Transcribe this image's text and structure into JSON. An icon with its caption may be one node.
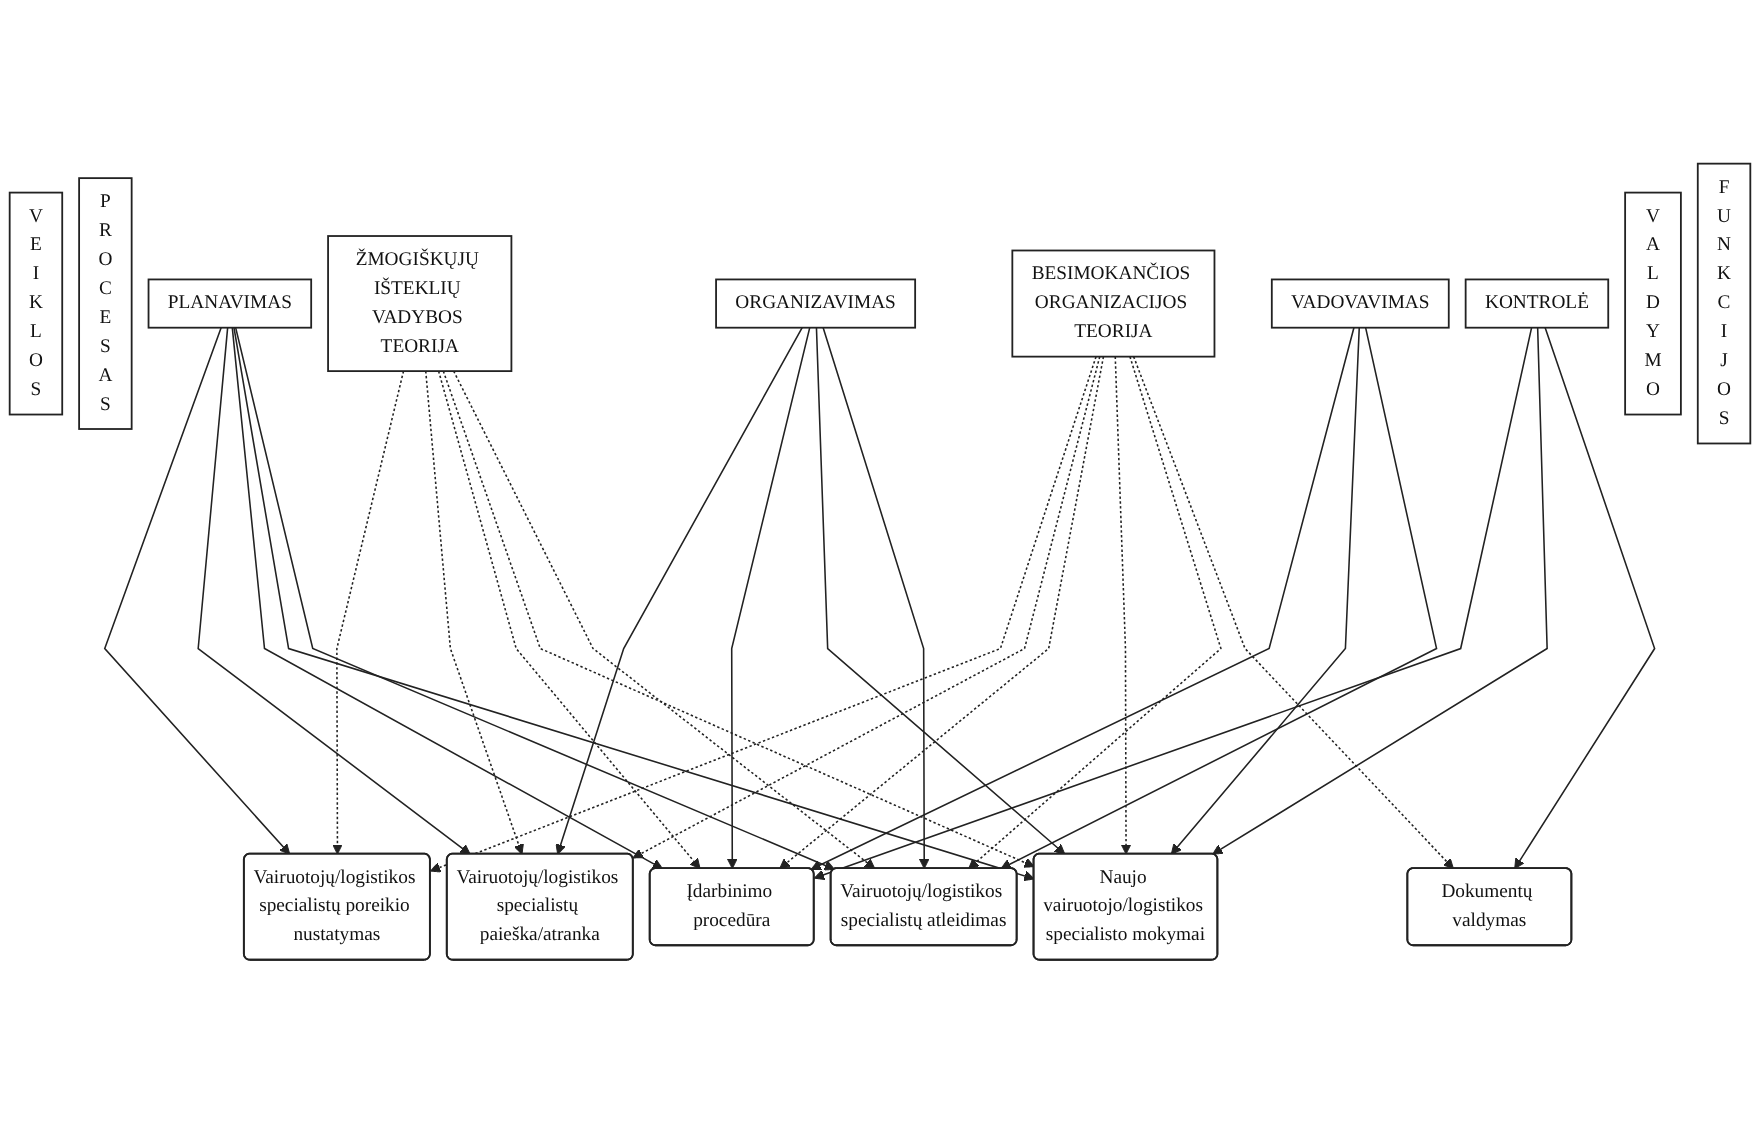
{
  "diagram": {
    "nodes": [
      {
        "text": [
          "V E I K L O S"
        ]
      },
      {
        "text": [
          "P R O C E S A S"
        ]
      },
      {
        "text": [
          "ŽMOGIŠKŲJŲ IŠTEKLIŲ VADYBOS TEORIJA"
        ]
      },
      {
        "text": [
          "Vairuotojų/logistikos specialistų poreikio nustatymas"
        ]
      },
      {
        "text": [
          "Vairuotojų/logistikos specialistų paieška/atranka"
        ]
      },
      {
        "text": [
          "Įdarbinimo procedūra"
        ]
      },
      {
        "text": [
          "Naujo vairuotojo/logistikos specialisto mokymai"
        ]
      },
      {
        "text": [
          "Vairuotojų/logistikos specialistų atleidimas"
        ]
      },
      {
        "text": [
          "Dokumentų valdymas"
        ]
      },
      {
        "text": [
          "PLANAVIMAS"
        ]
      },
      {
        "text": [
          "ORGANIZAVIMAS"
        ]
      },
      {
        "text": [
          "VADOVAVIMAS"
        ]
      },
      {
        "text": [
          "KONTROLĖ"
        ]
      },
      {
        "text": [
          "BESIMOKANČIOS ORGANIZACIJOS TEORIJA"
        ]
      },
      {
        "text": [
          "V A L D Y M O"
        ]
      },
      {
        "text": [
          "F U N K C I J O S"
        ]
      }
    ],
    "edges": [
      {
        "from": 9,
        "to": 3,
        "arrow": "to"
      },
      {
        "from": 9,
        "to": 4,
        "arrow": "to"
      },
      {
        "from": 9,
        "to": 5,
        "arrow": "to"
      },
      {
        "from": 9,
        "to": 6,
        "arrow": "to"
      },
      {
        "from": 9,
        "to": 7,
        "arrow": "to"
      },
      {
        "from": 10,
        "to": 4,
        "arrow": "to"
      },
      {
        "from": 10,
        "to": 5,
        "arrow": "to"
      },
      {
        "from": 10,
        "to": 6,
        "arrow": "to"
      },
      {
        "from": 10,
        "to": 7,
        "arrow": "to"
      },
      {
        "from": 11,
        "to": 5,
        "arrow": "to"
      },
      {
        "from": 11,
        "to": 6,
        "arrow": "to"
      },
      {
        "from": 11,
        "to": 7,
        "arrow": "to"
      },
      {
        "from": 12,
        "to": 5,
        "arrow": "to"
      },
      {
        "from": 12,
        "to": 6,
        "arrow": "to"
      },
      {
        "from": 12,
        "to": 8,
        "arrow": "to"
      },
      {
        "from": 2,
        "to": 3,
        "arrow": "to",
        "style": "dashed"
      },
      {
        "from": 2,
        "to": 4,
        "arrow": "to",
        "style": "dashed"
      },
      {
        "from": 2,
        "to": 5,
        "arrow": "to",
        "style": "dashed"
      },
      {
        "from": 2,
        "to": 6,
        "arrow": "to",
        "style": "dashed"
      },
      {
        "from": 2,
        "to": 7,
        "arrow": "to",
        "style": "dashed"
      },
      {
        "from": 13,
        "to": 3,
        "arrow": "to",
        "style": "dashed"
      },
      {
        "from": 13,
        "to": 4,
        "arrow": "to",
        "style": "dashed"
      },
      {
        "from": 13,
        "to": 5,
        "arrow": "to",
        "style": "dashed"
      },
      {
        "from": 13,
        "to": 6,
        "arrow": "to",
        "style": "dashed"
      },
      {
        "from": 13,
        "to": 7,
        "arrow": "to",
        "style": "dashed"
      },
      {
        "from": 13,
        "to": 8,
        "arrow": "to",
        "style": "dashed"
      }
    ]
  }
}
